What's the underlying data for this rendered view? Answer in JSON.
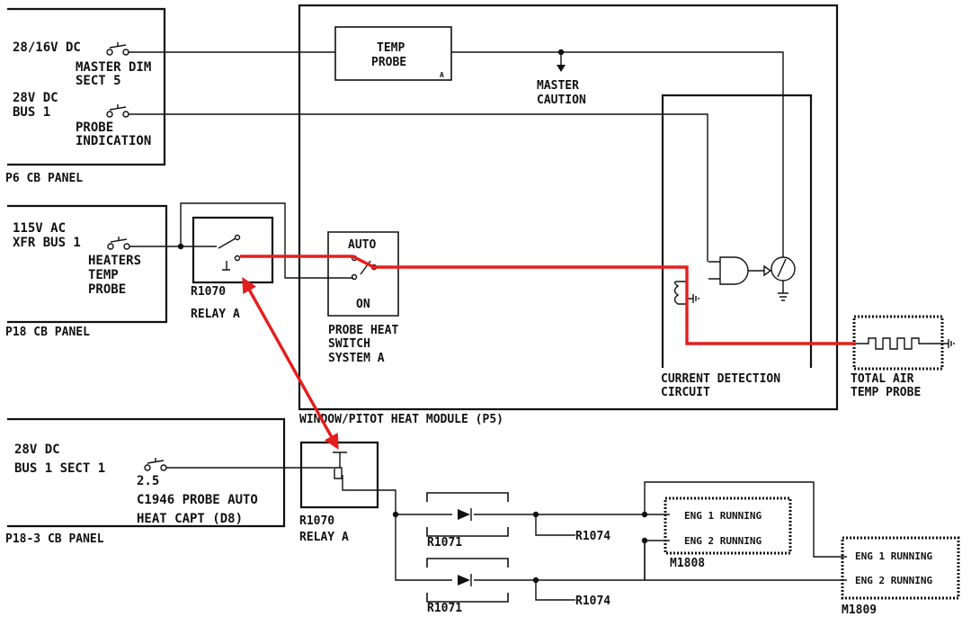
{
  "p6_panel": {
    "label": "P6 CB PANEL",
    "source1": "28/16V DC",
    "cb1_l1": "MASTER DIM",
    "cb1_l2": "SECT 5",
    "source2_l1": "28V DC",
    "source2_l2": "BUS 1",
    "cb2_l1": "PROBE",
    "cb2_l2": "INDICATION"
  },
  "p18_panel": {
    "label": "P18 CB PANEL",
    "source_l1": "115V AC",
    "source_l2": "XFR BUS 1",
    "cb_l1": "HEATERS",
    "cb_l2": "TEMP",
    "cb_l3": "PROBE"
  },
  "p18_3_panel": {
    "label": "P18-3 CB PANEL",
    "source_l1": "28V DC",
    "source_l2": "BUS 1 SECT 1",
    "cb_rating": "2.5",
    "cb_l1": "C1946 PROBE AUTO",
    "cb_l2": "HEAT CAPT (D8)"
  },
  "relay_top": {
    "id": "R1070",
    "name": "RELAY A"
  },
  "relay_bottom": {
    "id": "R1070",
    "name": "RELAY A"
  },
  "module": {
    "label": "WINDOW/PITOT HEAT MODULE (P5)",
    "temp_probe_l1": "TEMP",
    "temp_probe_l2": "PROBE",
    "temp_probe_tag": "A",
    "master_caution_l1": "MASTER",
    "master_caution_l2": "CAUTION",
    "switch_auto": "AUTO",
    "switch_on": "ON",
    "switch_l1": "PROBE HEAT",
    "switch_l2": "SWITCH",
    "switch_l3": "SYSTEM A",
    "cdc_l1": "CURRENT DETECTION",
    "cdc_l2": "CIRCUIT"
  },
  "tat_probe": {
    "l1": "TOTAL AIR",
    "l2": "TEMP PROBE"
  },
  "diodes": {
    "d1": "R1071",
    "d2": "R1071",
    "r1": "R1074",
    "r2": "R1074"
  },
  "m1808": {
    "id": "M1808",
    "eng1": "ENG 1 RUNNING",
    "eng2": "ENG 2 RUNNING"
  },
  "m1809": {
    "id": "M1809",
    "eng1": "ENG 1 RUNNING",
    "eng2": "ENG 2 RUNNING"
  },
  "colors": {
    "line": "#111111",
    "highlight": "#e41e1e"
  }
}
